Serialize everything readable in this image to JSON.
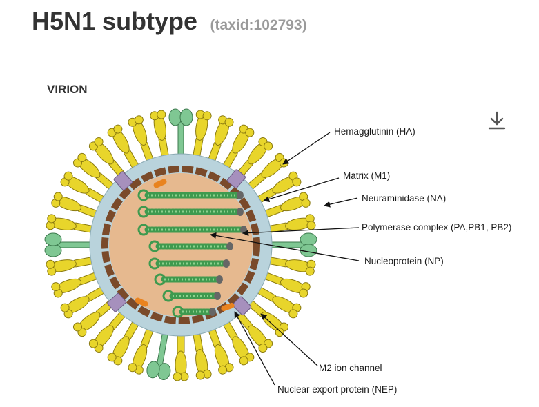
{
  "header": {
    "title": "H5N1 subtype",
    "taxid": "(taxid:102793)"
  },
  "section": {
    "title": "VIRION"
  },
  "toolbar": {
    "download_icon": "download-icon"
  },
  "diagram": {
    "labels": {
      "ha": "Hemagglutinin (HA)",
      "m1": "Matrix (M1)",
      "na": "Neuraminidase (NA)",
      "polymerase": "Polymerase complex (PA,PB1, PB2)",
      "np": "Nucleoprotein (NP)",
      "m2": "M2 ion channel",
      "nep": "Nuclear export protein (NEP)"
    },
    "colors": {
      "ha": "#e8d52b",
      "na": "#7fc793",
      "m2": "#a690bd",
      "envelope": "#b9d3dc",
      "matrix": "#7a4a2a",
      "core": "#e6b98f",
      "rnp": "#3f9a4f",
      "nep": "#e9831f",
      "polymerase": "#666666"
    }
  }
}
